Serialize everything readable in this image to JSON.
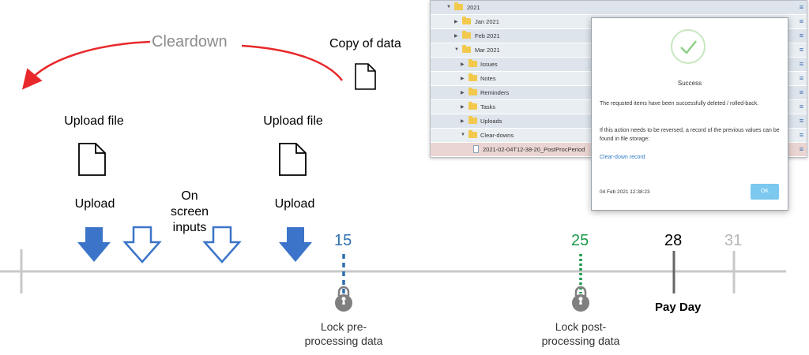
{
  "cleardown": {
    "label": "Cleardown",
    "copy_label": "Copy of data"
  },
  "uploads": [
    {
      "file_label": "Upload file",
      "action_label": "Upload"
    },
    {
      "file_label": "Upload file",
      "action_label": "Upload"
    }
  ],
  "on_screen_inputs": {
    "line1": "On",
    "line2": "screen",
    "line3": "inputs"
  },
  "timeline": {
    "days": [
      {
        "value": "15",
        "color": "#2f6fb0"
      },
      {
        "value": "25",
        "color": "#1a9a4a"
      },
      {
        "value": "28",
        "color": "#000000"
      },
      {
        "value": "31",
        "color": "#b5b5b5"
      }
    ],
    "lock_pre": {
      "line1": "Lock pre-",
      "line2": "processing data"
    },
    "lock_post": {
      "line1": "Lock post-",
      "line2": "processing data"
    },
    "pay_day": "Pay Day"
  },
  "colors": {
    "arrow_red": "#e8282b",
    "arrow_blue": "#3b74c8",
    "axis": "#c8c8c8",
    "lock": "#7f7f7f"
  },
  "tree": {
    "rows": [
      {
        "label": "2021",
        "type": "folder",
        "expanded": true
      },
      {
        "label": "Jan 2021",
        "type": "folder",
        "expanded": false
      },
      {
        "label": "Feb 2021",
        "type": "folder",
        "expanded": false
      },
      {
        "label": "Mar 2021",
        "type": "folder",
        "expanded": true
      },
      {
        "label": "Issues",
        "type": "folder",
        "expanded": false
      },
      {
        "label": "Notes",
        "type": "folder",
        "expanded": false
      },
      {
        "label": "Reminders",
        "type": "folder",
        "expanded": false
      },
      {
        "label": "Tasks",
        "type": "folder",
        "expanded": false
      },
      {
        "label": "Uploads",
        "type": "folder",
        "expanded": false
      },
      {
        "label": "Clear-downs",
        "type": "folder",
        "expanded": true
      },
      {
        "label": "2021-02-04T12-38-20_PostProcPeriod",
        "type": "file",
        "expanded": false
      }
    ],
    "menu_icon": "≡"
  },
  "modal": {
    "title": "Success",
    "message1": "The requsted items have been successfully deleted / rolled-back.",
    "message2": "If this action needs to be reversed, a record of the previous values can be found in file storage:",
    "link": "Clear-down record",
    "date": "04 Feb 2021 12:38:23",
    "ok_label": "OK"
  }
}
